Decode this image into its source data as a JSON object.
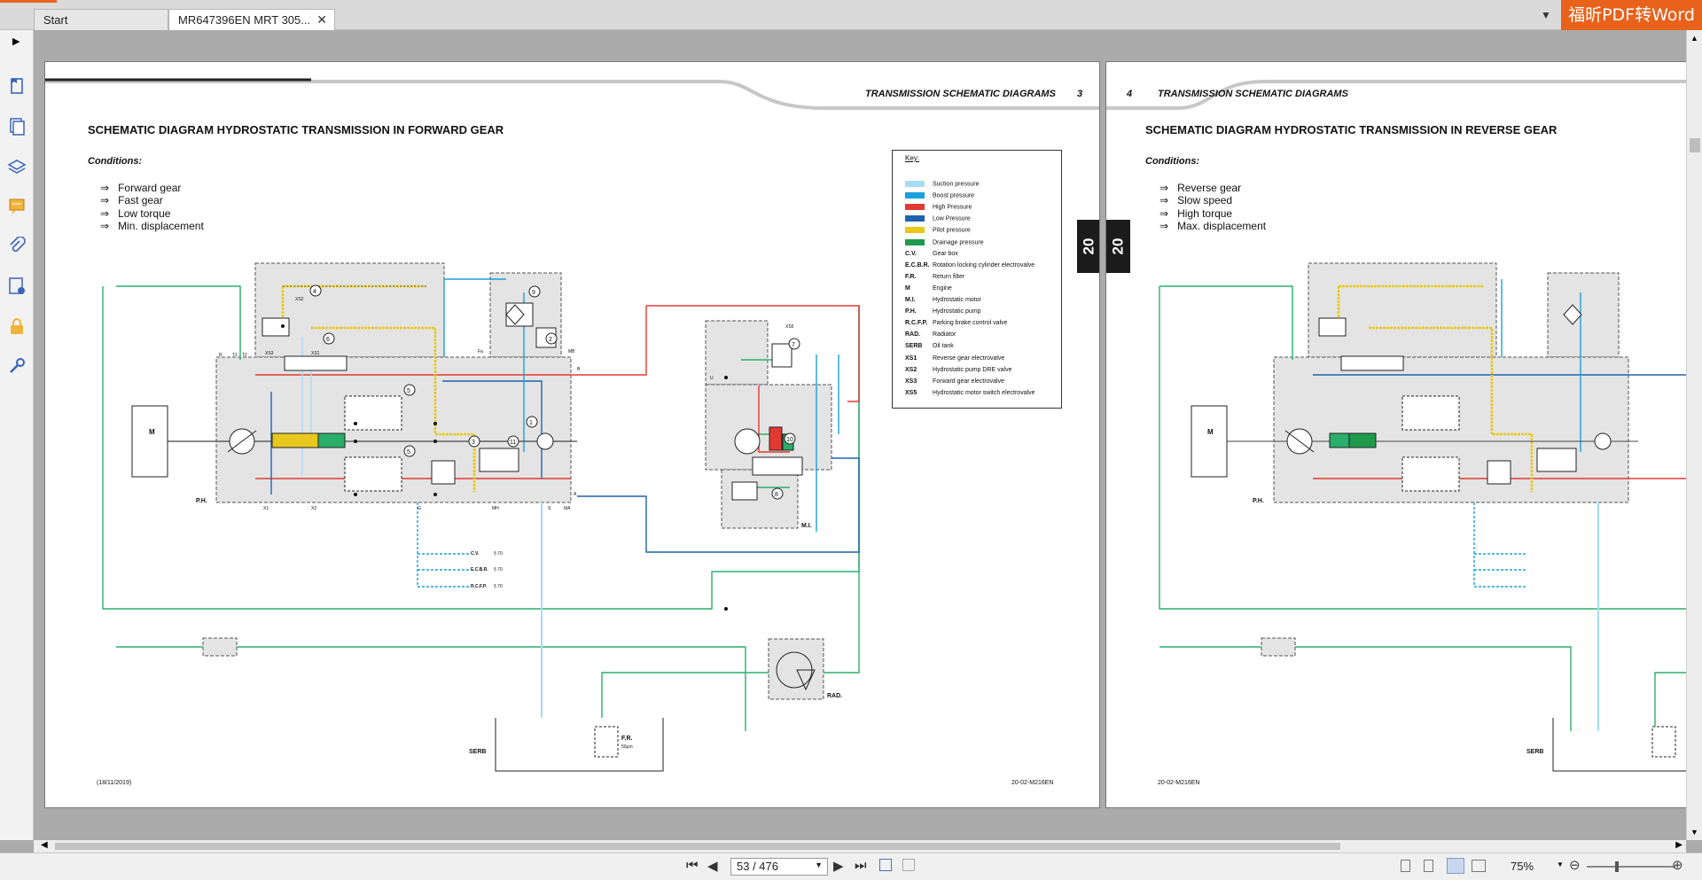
{
  "tabs": [
    {
      "label": "Start"
    },
    {
      "label": "MR647396EN MRT 305..."
    }
  ],
  "brand": {
    "label": "福昕PDF转Word"
  },
  "left_tools": [
    "sidebar-expand",
    "bookmark",
    "pages",
    "layers",
    "comments",
    "attachments",
    "signatures",
    "security",
    "tools"
  ],
  "left_page": {
    "header": "TRANSMISSION SCHEMATIC DIAGRAMS",
    "page_no": "3",
    "title": "SCHEMATIC DIAGRAM HYDROSTATIC TRANSMISSION IN FORWARD GEAR",
    "conditions_label": "Conditions:",
    "conditions": [
      "Forward gear",
      "Fast gear",
      "Low torque",
      "Min. displacement"
    ],
    "side_tab": "20",
    "footer_left": "(18/11/2019)",
    "footer_right": "20-02-M216EN",
    "labels": {
      "m": "M",
      "ph": "P.H.",
      "mi": "M.I.",
      "rad": "RAD.",
      "serb": "SERB",
      "fr": "F.R.",
      "fr_sub": "50µm",
      "cv": "C.V.",
      "ecbr": "E.C.B.R.",
      "rcfp": "R.C.F.P.",
      "lines": "§ 70",
      "ports": {
        "r": "R",
        "t1": "T1",
        "t2": "T2",
        "fa": "Fa",
        "mb": "MB",
        "b": "B",
        "a": "A",
        "x1": "X1",
        "x2": "X2",
        "g": "G",
        "mh": "MH",
        "s": "S",
        "ma": "MA",
        "u": "U",
        "xs1": "XS1",
        "xs2": "XS2",
        "xs3": "XS3",
        "xs5": "XS5"
      }
    }
  },
  "key": {
    "title": "Key:",
    "items": [
      {
        "swatch": "#a8dcf5",
        "label": "Suction pressure"
      },
      {
        "swatch": "#1aa0dc",
        "label": "Boost pressure"
      },
      {
        "swatch": "#e23a32",
        "label": "High Pressure"
      },
      {
        "swatch": "#1e63ad",
        "label": "Low Pressure"
      },
      {
        "swatch": "#e8c81c",
        "label": "Pilot pressure"
      },
      {
        "swatch": "#1f9a4b",
        "label": "Drainage pressure"
      },
      {
        "abbr": "C.V.",
        "label": "Gear box"
      },
      {
        "abbr": "E.C.B.R.",
        "label": "Rotation locking cylinder electrovalve"
      },
      {
        "abbr": "F.R.",
        "label": "Return filter"
      },
      {
        "abbr": "M",
        "label": "Engine"
      },
      {
        "abbr": "M.I.",
        "label": "Hydrostatic motor"
      },
      {
        "abbr": "P.H.",
        "label": "Hydrostatic pump"
      },
      {
        "abbr": "R.C.F.P.",
        "label": "Parking brake control valve"
      },
      {
        "abbr": "RAD.",
        "label": "Radiator"
      },
      {
        "abbr": "SERB",
        "label": "Oil tank"
      },
      {
        "abbr": "XS1",
        "label": "Reverse gear electrovalve"
      },
      {
        "abbr": "XS2",
        "label": "Hydrostatic pump DRE valve"
      },
      {
        "abbr": "XS3",
        "label": "Forward gear electrovalve"
      },
      {
        "abbr": "XS5",
        "label": "Hydrostatic motor switch electrovalve"
      }
    ]
  },
  "right_page": {
    "header": "TRANSMISSION SCHEMATIC DIAGRAMS",
    "page_no": "4",
    "title": "SCHEMATIC DIAGRAM HYDROSTATIC TRANSMISSION IN REVERSE GEAR",
    "conditions_label": "Conditions:",
    "conditions": [
      "Reverse gear",
      "Slow speed",
      "High torque",
      "Max. displacement"
    ],
    "side_tab": "20",
    "footer_left": "20-02-M216EN"
  },
  "status": {
    "page_input": "53 / 476",
    "zoom": "75%"
  },
  "colors": {
    "suction": "#a8dcf5",
    "boost": "#1aa0dc",
    "high": "#e23a32",
    "low": "#1e63ad",
    "pilot": "#e8c81c",
    "drain": "#1f9a4b",
    "brand": "#e8621c"
  }
}
